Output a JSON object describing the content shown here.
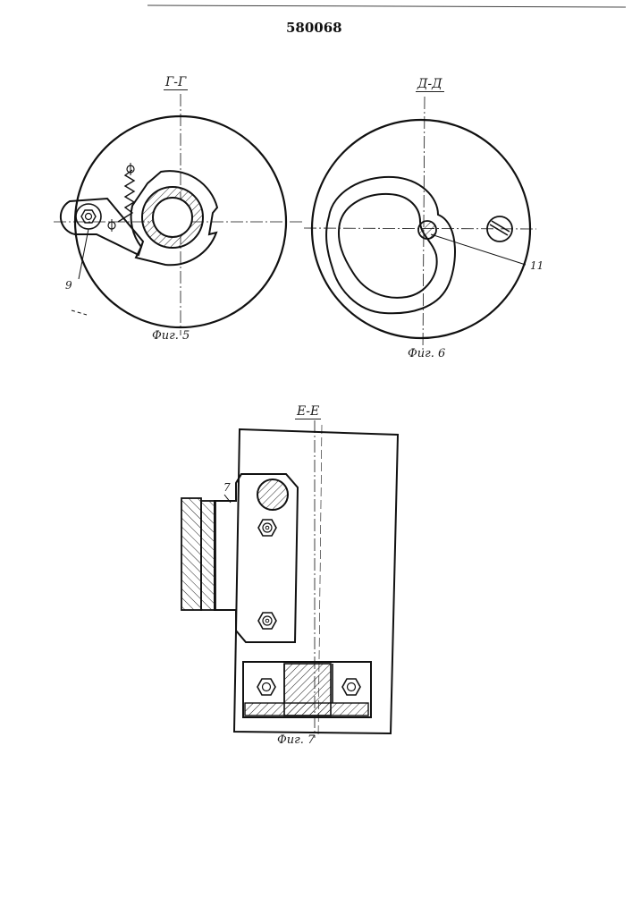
{
  "patent_number": "580068",
  "views": [
    {
      "section": "Г-Г",
      "caption": "Фиг. 5",
      "callouts": [
        "9"
      ]
    },
    {
      "section": "Д-Д",
      "caption": "Фиг. 6",
      "callouts": [
        "11"
      ]
    },
    {
      "section": "Е-Е",
      "caption": "Фиг. 7",
      "callouts": [
        "7"
      ]
    }
  ]
}
